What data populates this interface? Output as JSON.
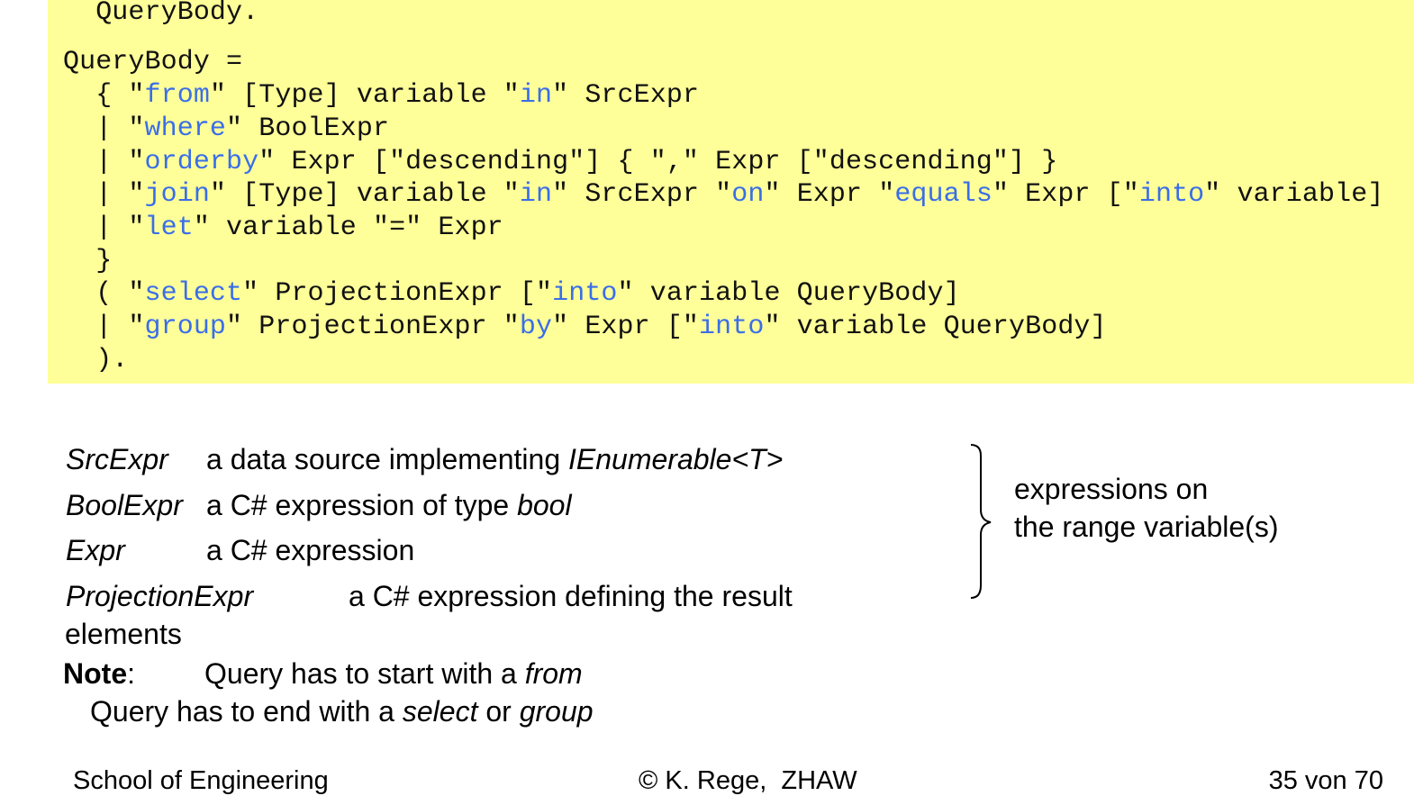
{
  "code": {
    "background": "#ffff99",
    "keyword_color": "#3a6ee8",
    "lines": [
      [
        {
          "t": "  QueryBody."
        }
      ],
      [],
      [
        {
          "t": "QueryBody ="
        }
      ],
      [
        {
          "t": "  { \""
        },
        {
          "t": "from",
          "kw": true
        },
        {
          "t": "\" [Type] variable \""
        },
        {
          "t": "in",
          "kw": true
        },
        {
          "t": "\" SrcExpr"
        }
      ],
      [
        {
          "t": "  | \""
        },
        {
          "t": "where",
          "kw": true
        },
        {
          "t": "\" BoolExpr"
        }
      ],
      [
        {
          "t": "  | \""
        },
        {
          "t": "orderby",
          "kw": true
        },
        {
          "t": "\" Expr [\"descending\"] { \",\" Expr [\"descending\"] }"
        }
      ],
      [
        {
          "t": "  | \""
        },
        {
          "t": "join",
          "kw": true
        },
        {
          "t": "\" [Type] variable \""
        },
        {
          "t": "in",
          "kw": true
        },
        {
          "t": "\" SrcExpr \""
        },
        {
          "t": "on",
          "kw": true
        },
        {
          "t": "\" Expr \""
        },
        {
          "t": "equals",
          "kw": true
        },
        {
          "t": "\" Expr [\""
        },
        {
          "t": "into",
          "kw": true
        },
        {
          "t": "\" variable]"
        }
      ],
      [
        {
          "t": "  | \""
        },
        {
          "t": "let",
          "kw": true
        },
        {
          "t": "\" variable \"=\" Expr"
        }
      ],
      [
        {
          "t": "  }"
        }
      ],
      [
        {
          "t": "  ( \""
        },
        {
          "t": "select",
          "kw": true
        },
        {
          "t": "\" ProjectionExpr [\""
        },
        {
          "t": "into",
          "kw": true
        },
        {
          "t": "\" variable QueryBody]"
        }
      ],
      [
        {
          "t": "  | \""
        },
        {
          "t": "group",
          "kw": true
        },
        {
          "t": "\" ProjectionExpr \""
        },
        {
          "t": "by",
          "kw": true
        },
        {
          "t": "\" Expr [\""
        },
        {
          "t": "into",
          "kw": true
        },
        {
          "t": "\" variable QueryBody]"
        }
      ],
      [
        {
          "t": "  )."
        }
      ]
    ]
  },
  "definitions": {
    "src_term": "SrcExpr",
    "src_desc": "a data source implementing ",
    "src_type": "IEnumerable<T>",
    "bool_term": "BoolExpr",
    "bool_desc": "a C# expression of type ",
    "bool_type": "bool",
    "expr_term": "Expr",
    "expr_desc": "a C# expression",
    "proj_term": "ProjectionExpr",
    "proj_desc": "a C# expression defining the result",
    "proj_desc2": "elements"
  },
  "brace_note": {
    "line1": "expressions on",
    "line2": "the range variable(s)"
  },
  "note": {
    "label": "Note",
    "colon": ":",
    "line1_text": "Query has to start with a ",
    "line1_kw": "from",
    "line2_text": "Query has to end with a ",
    "line2_kw1": "select",
    "line2_mid": " or ",
    "line2_kw2": "group"
  },
  "footer": {
    "left": "School of Engineering",
    "center": "© K. Rege,  ZHAW",
    "right": "35 von 70"
  }
}
